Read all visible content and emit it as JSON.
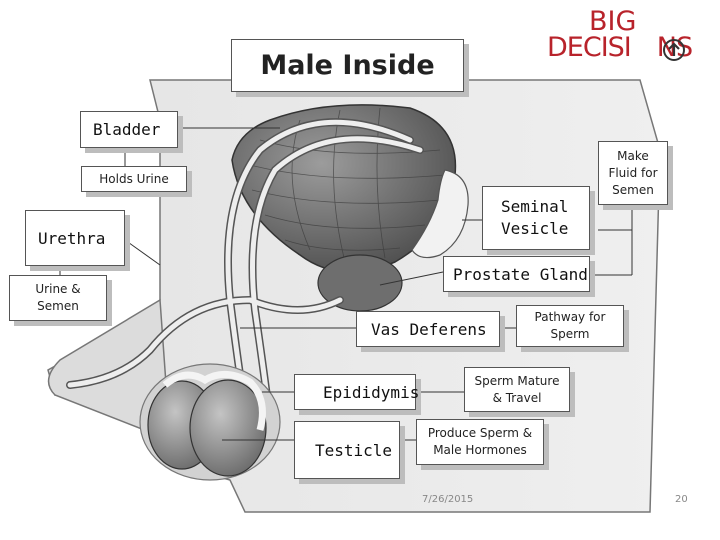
{
  "title": "Male Inside",
  "logo": {
    "top": "BIG",
    "bottom_left": "DECISI",
    "bottom_right": "NS",
    "color": "#b8232b"
  },
  "labels": {
    "bladder": "Bladder",
    "urethra": "Urethra",
    "seminal_vesicle": "Seminal\nVesicle",
    "prostate_gland": "Prostate Gland",
    "vas_deferens": "Vas Deferens",
    "epididymis": "Epididymis",
    "testicle": "Testicle"
  },
  "notes": {
    "holds_urine": "Holds Urine",
    "urine_semen": "Urine &\nSemen",
    "make_fluid": "Make\nFluid for\nSemen",
    "pathway": "Pathway for\nSperm",
    "sperm_mature": "Sperm Mature\n& Travel",
    "produce_sperm": "Produce Sperm &\nMale Hormones"
  },
  "footer": {
    "date": "7/26/2015",
    "page": "20"
  }
}
